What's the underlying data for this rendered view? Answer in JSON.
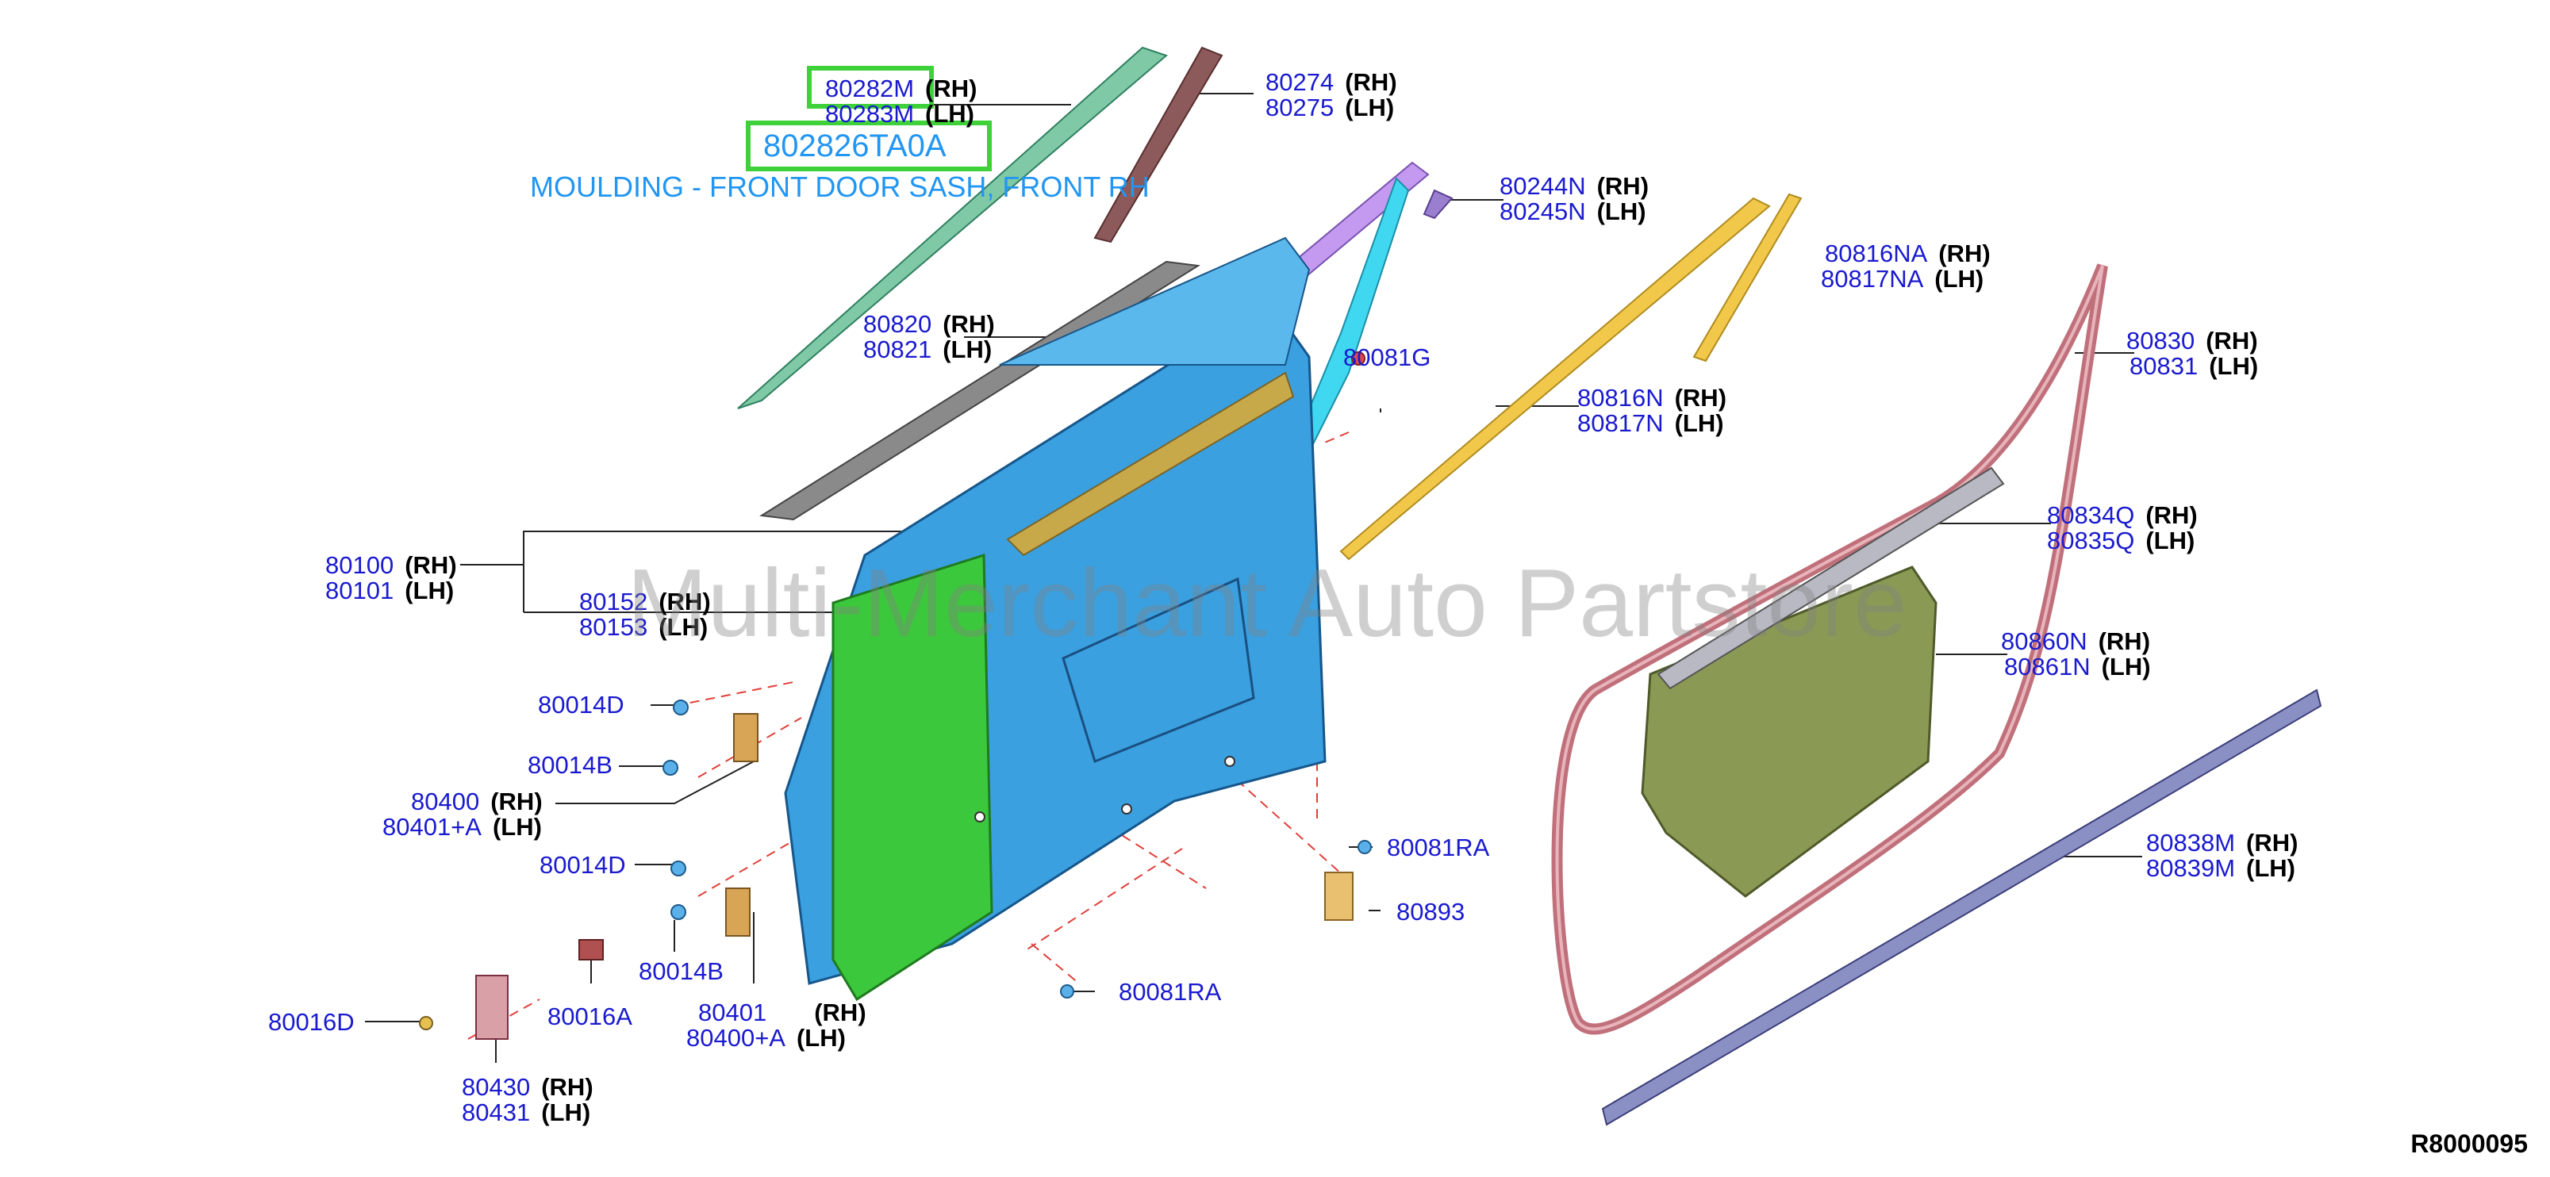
{
  "selected": {
    "code": "802826TA0A",
    "description": "MOULDING - FRONT DOOR SASH, FRONT RH",
    "part": "80282M"
  },
  "watermark": "Multi-Merchant Auto Partstore",
  "diagram_id": "R8000095",
  "labels": [
    {
      "key": "p80282m",
      "code": "80282M",
      "side": "(RH)"
    },
    {
      "key": "p80283m",
      "code": "80283M",
      "side": "(LH)"
    },
    {
      "key": "p80274",
      "code": "80274",
      "side": "(RH)"
    },
    {
      "key": "p80275",
      "code": "80275",
      "side": "(LH)"
    },
    {
      "key": "p80244n",
      "code": "80244N",
      "side": "(RH)"
    },
    {
      "key": "p80245n",
      "code": "80245N",
      "side": "(LH)"
    },
    {
      "key": "p80816na",
      "code": "80816NA",
      "side": "(RH)"
    },
    {
      "key": "p80817na",
      "code": "80817NA",
      "side": "(LH)"
    },
    {
      "key": "p80830",
      "code": "80830",
      "side": "(RH)"
    },
    {
      "key": "p80831",
      "code": "80831",
      "side": "(LH)"
    },
    {
      "key": "p80820",
      "code": "80820",
      "side": "(RH)"
    },
    {
      "key": "p80821",
      "code": "80821",
      "side": "(LH)"
    },
    {
      "key": "p80081g",
      "code": "80081G",
      "side": ""
    },
    {
      "key": "p80816n",
      "code": "80816N",
      "side": "(RH)"
    },
    {
      "key": "p80817n",
      "code": "80817N",
      "side": "(LH)"
    },
    {
      "key": "p80834q",
      "code": "80834Q",
      "side": "(RH)"
    },
    {
      "key": "p80835q",
      "code": "80835Q",
      "side": "(LH)"
    },
    {
      "key": "p80100",
      "code": "80100",
      "side": "(RH)"
    },
    {
      "key": "p80101",
      "code": "80101",
      "side": "(LH)"
    },
    {
      "key": "p80152",
      "code": "80152",
      "side": "(RH)"
    },
    {
      "key": "p80153",
      "code": "80153",
      "side": "(LH)"
    },
    {
      "key": "p80860n",
      "code": "80860N",
      "side": "(RH)"
    },
    {
      "key": "p80861n",
      "code": "80861N",
      "side": "(LH)"
    },
    {
      "key": "p80014d_1",
      "code": "80014D",
      "side": ""
    },
    {
      "key": "p80014b_1",
      "code": "80014B",
      "side": ""
    },
    {
      "key": "p80400",
      "code": "80400",
      "side": "(RH)"
    },
    {
      "key": "p80401a",
      "code": "80401+A",
      "side": "(LH)"
    },
    {
      "key": "p80081ra_1",
      "code": "80081RA",
      "side": ""
    },
    {
      "key": "p80014d_2",
      "code": "80014D",
      "side": ""
    },
    {
      "key": "p80893",
      "code": "80893",
      "side": ""
    },
    {
      "key": "p80838m",
      "code": "80838M",
      "side": "(RH)"
    },
    {
      "key": "p80839m",
      "code": "80839M",
      "side": "(LH)"
    },
    {
      "key": "p80014b_2",
      "code": "80014B",
      "side": ""
    },
    {
      "key": "p80081ra_2",
      "code": "80081RA",
      "side": ""
    },
    {
      "key": "p80401",
      "code": "80401",
      "side": "(RH)"
    },
    {
      "key": "p80400a",
      "code": "80400+A",
      "side": "(LH)"
    },
    {
      "key": "p80016d",
      "code": "80016D",
      "side": ""
    },
    {
      "key": "p80016a",
      "code": "80016A",
      "side": ""
    },
    {
      "key": "p80430",
      "code": "80430",
      "side": "(RH)"
    },
    {
      "key": "p80431",
      "code": "80431",
      "side": "(LH)"
    }
  ],
  "colors": {
    "label_blue": "#1a1ad0",
    "highlight_green": "#3ed13a",
    "selected_blue": "#2196f3",
    "door_blue": "#3aa0e0",
    "hinge_green": "#3cc83c",
    "sash_purple": "#c39af0",
    "sash_cyan": "#3fd8f0",
    "strip_yellow": "#f2c84a",
    "seal_red": "#c0707a",
    "panel_olive": "#8a9a55"
  }
}
